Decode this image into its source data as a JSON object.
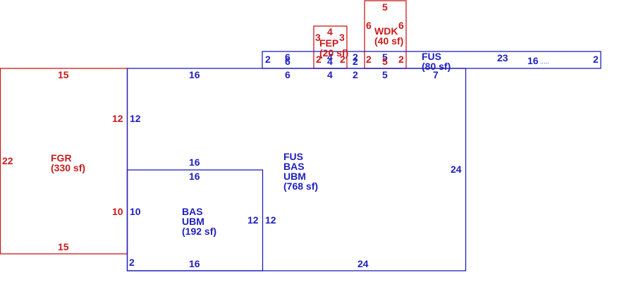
{
  "colors": {
    "building": "#1f1fbf",
    "addition": "#cc1a1a",
    "background": "#ffffff"
  },
  "areas": {
    "fgr": {
      "code": "FGR",
      "area": "(330 sf)"
    },
    "main": {
      "code1": "FUS",
      "code2": "BAS",
      "code3": "UBM",
      "area": "(768 sf)"
    },
    "bas_small": {
      "code1": "BAS",
      "code2": "UBM",
      "area": "(192 sf)"
    },
    "fep": {
      "code": "FEP",
      "area": "(20 sf)"
    },
    "wdk": {
      "code": "WDK",
      "area": "(40 sf)"
    },
    "fus_strip": {
      "code": "FUS",
      "area": "(80 sf)"
    }
  },
  "dims": {
    "fgr_top": "15",
    "fgr_bottom": "15",
    "fgr_left": "22",
    "fgr_right_top": "12",
    "fgr_right_bottom": "10",
    "main_top": "16",
    "main_left_upper": "12",
    "main_right": "24",
    "main_bottom": "24",
    "bas_top_outer": "16",
    "bas_top_inner": "16",
    "bas_left": "10",
    "bas_right_outer": "12",
    "bas_right_inner": "12",
    "bas_bottom": "16",
    "bas_left_bottom": "2",
    "top_6a": "6",
    "top_4": "4",
    "top_2": "2",
    "top_5": "5",
    "top_7": "7",
    "strip_left": "2",
    "strip_6a": "6",
    "strip_6b": "6",
    "strip_4a": "4",
    "strip_4b": "4",
    "strip_2a": "2",
    "strip_2b": "2",
    "strip_5": "5",
    "strip_23": "23",
    "strip_16": "16",
    "strip_right": "2",
    "strip_dots": ".....",
    "fep_top": "4",
    "fep_left": "3",
    "fep_right": "3",
    "fep_bottom_left": "2",
    "fep_bottom_right": "2",
    "wdk_top": "5",
    "wdk_left": "6",
    "wdk_right": "6",
    "wdk_bottom_left": "2",
    "wdk_bottom_mid": "5",
    "wdk_bottom_right": "2"
  }
}
